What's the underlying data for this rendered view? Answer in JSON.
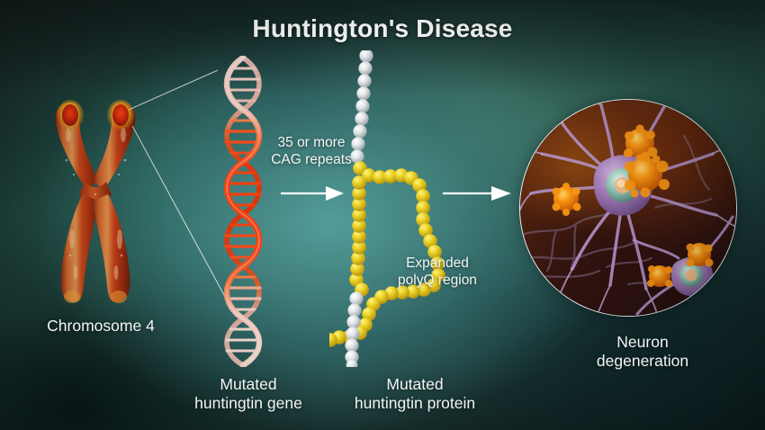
{
  "title": "Huntington's Disease",
  "labels": {
    "chromosome": "Chromosome 4",
    "gene": "Mutated\nhuntingtin gene",
    "repeats": "35 or more\nCAG repeats",
    "protein": "Mutated\nhuntingtin protein",
    "polyq": "Expanded\npolyQ region",
    "neuron": "Neuron\ndegeneration"
  },
  "icons": {
    "arrow_gene_to_protein": "right-arrow-icon",
    "arrow_protein_to_neuron": "right-arrow-icon",
    "chromosome_graphic": "chromosome-icon",
    "dna_graphic": "dna-double-helix-icon",
    "protein_graphic": "protein-bead-chain-icon",
    "neuron_graphic": "degenerating-neurons-icon"
  },
  "colors": {
    "background_teal": "#2b5a52",
    "background_dark": "#0d1b1b",
    "title_text": "#ffffff",
    "caption_text": "#f2f5f4",
    "chromosome_red": "#c8321a",
    "chromosome_orange": "#e08a4a",
    "chromosome_highlight_yellow": "#ffd83b",
    "dna_normal": "#e7c4bc",
    "dna_mutated_red": "#ef4a1e",
    "protein_normal_bead": "#dfe3e6",
    "protein_polyq_bead": "#e8cf2a",
    "neuron_body": "#b08fc4",
    "neuron_aggregate_orange": "#f08a12",
    "arrow_white": "#ffffff",
    "leader_line": "#e8f0ee"
  }
}
